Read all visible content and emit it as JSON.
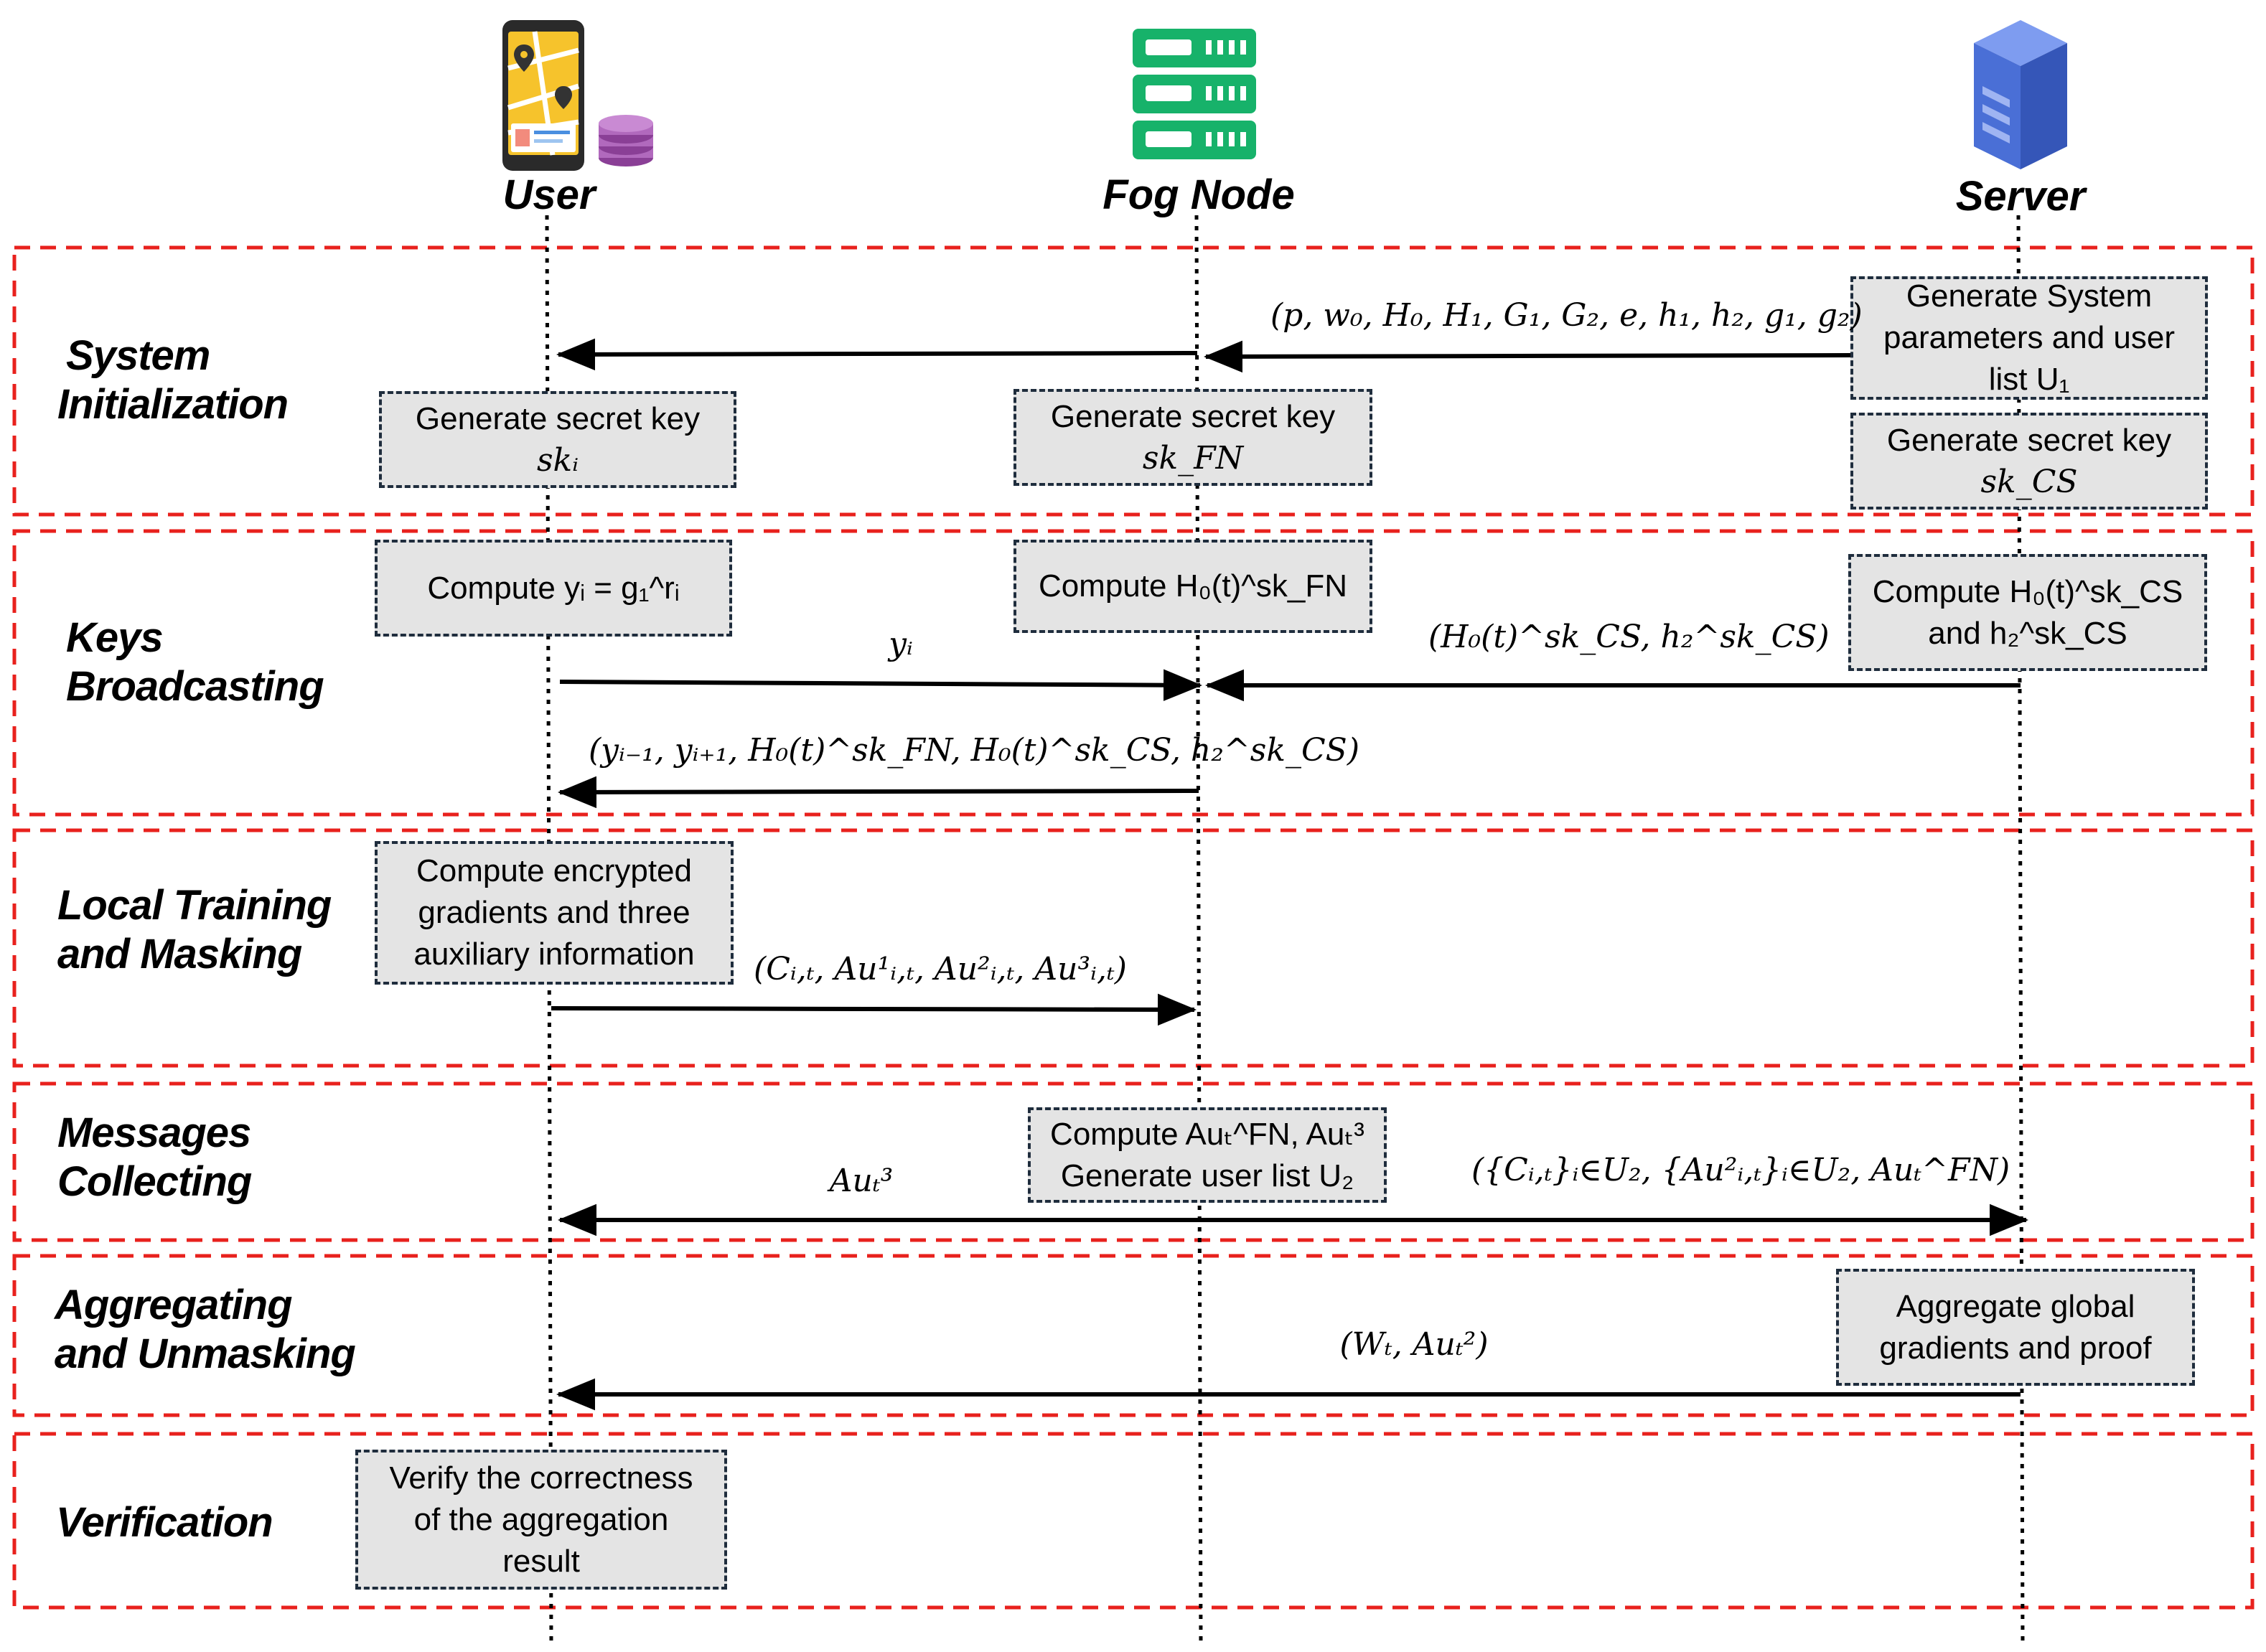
{
  "entities": {
    "user": "User",
    "fog": "Fog Node",
    "server": "Server"
  },
  "phases": [
    {
      "line1": "System",
      "line2": "Initialization"
    },
    {
      "line1": "Keys",
      "line2": "Broadcasting"
    },
    {
      "line1": "Local Training",
      "line2": "and Masking"
    },
    {
      "line1": "Messages",
      "line2": "Collecting"
    },
    {
      "line1": "Aggregating",
      "line2": "and Unmasking"
    },
    {
      "line1": "Verification",
      "line2": ""
    }
  ],
  "boxes": {
    "server_gen_params": [
      "Generate System",
      "parameters and user",
      "list U₁"
    ],
    "user_sk": [
      "Generate secret key",
      "skᵢ"
    ],
    "fog_sk": [
      "Generate secret key",
      "sk_FN"
    ],
    "server_sk": [
      "Generate secret key",
      "sk_CS"
    ],
    "user_compute_y": [
      "Compute yᵢ = g₁^rᵢ"
    ],
    "fog_compute_h": [
      "Compute H₀(t)^sk_FN"
    ],
    "server_compute_h": [
      "Compute H₀(t)^sk_CS",
      "and h₂^sk_CS"
    ],
    "user_encrypt": [
      "Compute encrypted",
      "gradients and three",
      "auxiliary information"
    ],
    "fog_collect": [
      "Compute Auₜ^FN, Auₜ³",
      "Generate user list U₂"
    ],
    "server_aggregate": [
      "Aggregate global",
      "gradients and proof"
    ],
    "user_verify": [
      "Verify the correctness",
      "of the aggregation",
      "result"
    ]
  },
  "messages": {
    "params": "(p, w₀, H₀, H₁, G₁, G₂, e, h₁, h₂, g₁, g₂)",
    "yi": "yᵢ",
    "server_to_fog": "(H₀(t)^sk_CS, h₂^sk_CS)",
    "fog_to_user": "(yᵢ₋₁, yᵢ₊₁, H₀(t)^sk_FN, H₀(t)^sk_CS, h₂^sk_CS)",
    "user_upload": "(Cᵢ,ₜ, Au¹ᵢ,ₜ, Au²ᵢ,ₜ, Au³ᵢ,ₜ)",
    "au3": "Auₜ³",
    "fog_to_server": "({Cᵢ,ₜ}ᵢ∈U₂, {Au²ᵢ,ₜ}ᵢ∈U₂, Auₜ^FN)",
    "global": "(Wₜ, Auₜ²)"
  },
  "colors": {
    "phase_border": "#e8211d",
    "box_fill": "#e4e4e4",
    "box_border": "#1f2d3d",
    "fog_green": "#17b26a",
    "server_blue": "#4a6fd6"
  }
}
